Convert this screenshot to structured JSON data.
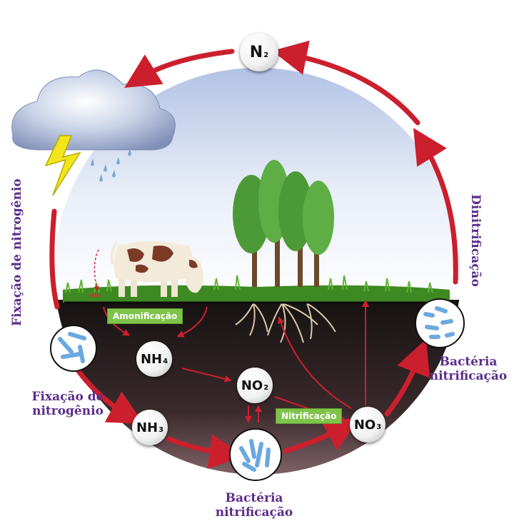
{
  "nodes": {
    "n2": {
      "base": "N",
      "sub": "2"
    },
    "nh4": {
      "base": "NH",
      "sub": "4"
    },
    "no2": {
      "base": "NO",
      "sub": "2"
    },
    "nh3": {
      "base": "NH",
      "sub": "3"
    },
    "no3": {
      "base": "NO",
      "sub": "3"
    }
  },
  "labels": {
    "fixacao_vertical": "Fixação de nitrogênio",
    "dinitrificacao": "Dinitrificação",
    "fixacao_bottom_line1": "Fixação de",
    "fixacao_bottom_line2": "nitrogênio",
    "bacteria_right_line1": "Bactéria",
    "bacteria_right_line2": "nitrificação",
    "bacteria_bottom_line1": "Bactéria",
    "bacteria_bottom_line2": "nitrificação"
  },
  "tags": {
    "amonificacao": "Amonificação",
    "nitrificacao": "Nitrificação"
  },
  "colors": {
    "arrow": "#cc1f2d",
    "sky_top": "#b9c8e6",
    "soil": "#2a1f1f",
    "grass": "#4f9e2c",
    "label": "#5b2d8a",
    "tag": "#7fc34b"
  },
  "icons": [
    "cloud-icon",
    "lightning-icon",
    "cow-icon",
    "tree-icon",
    "roots-icon",
    "bacteria-icon"
  ]
}
